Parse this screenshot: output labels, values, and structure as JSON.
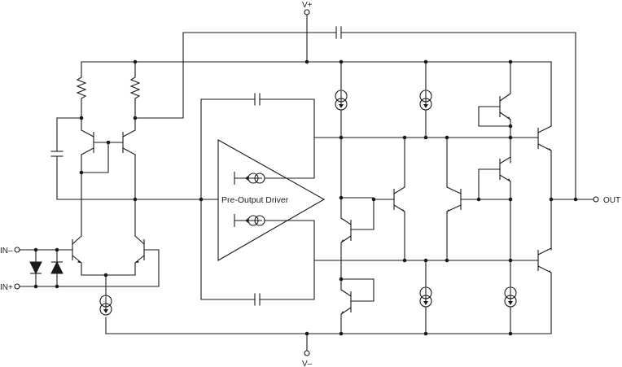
{
  "labels": {
    "v_plus": "V+",
    "v_minus": "V–",
    "in_minus": "IN–",
    "in_plus": "IN+",
    "out": "OUT",
    "driver": "Pre-Output Driver"
  }
}
